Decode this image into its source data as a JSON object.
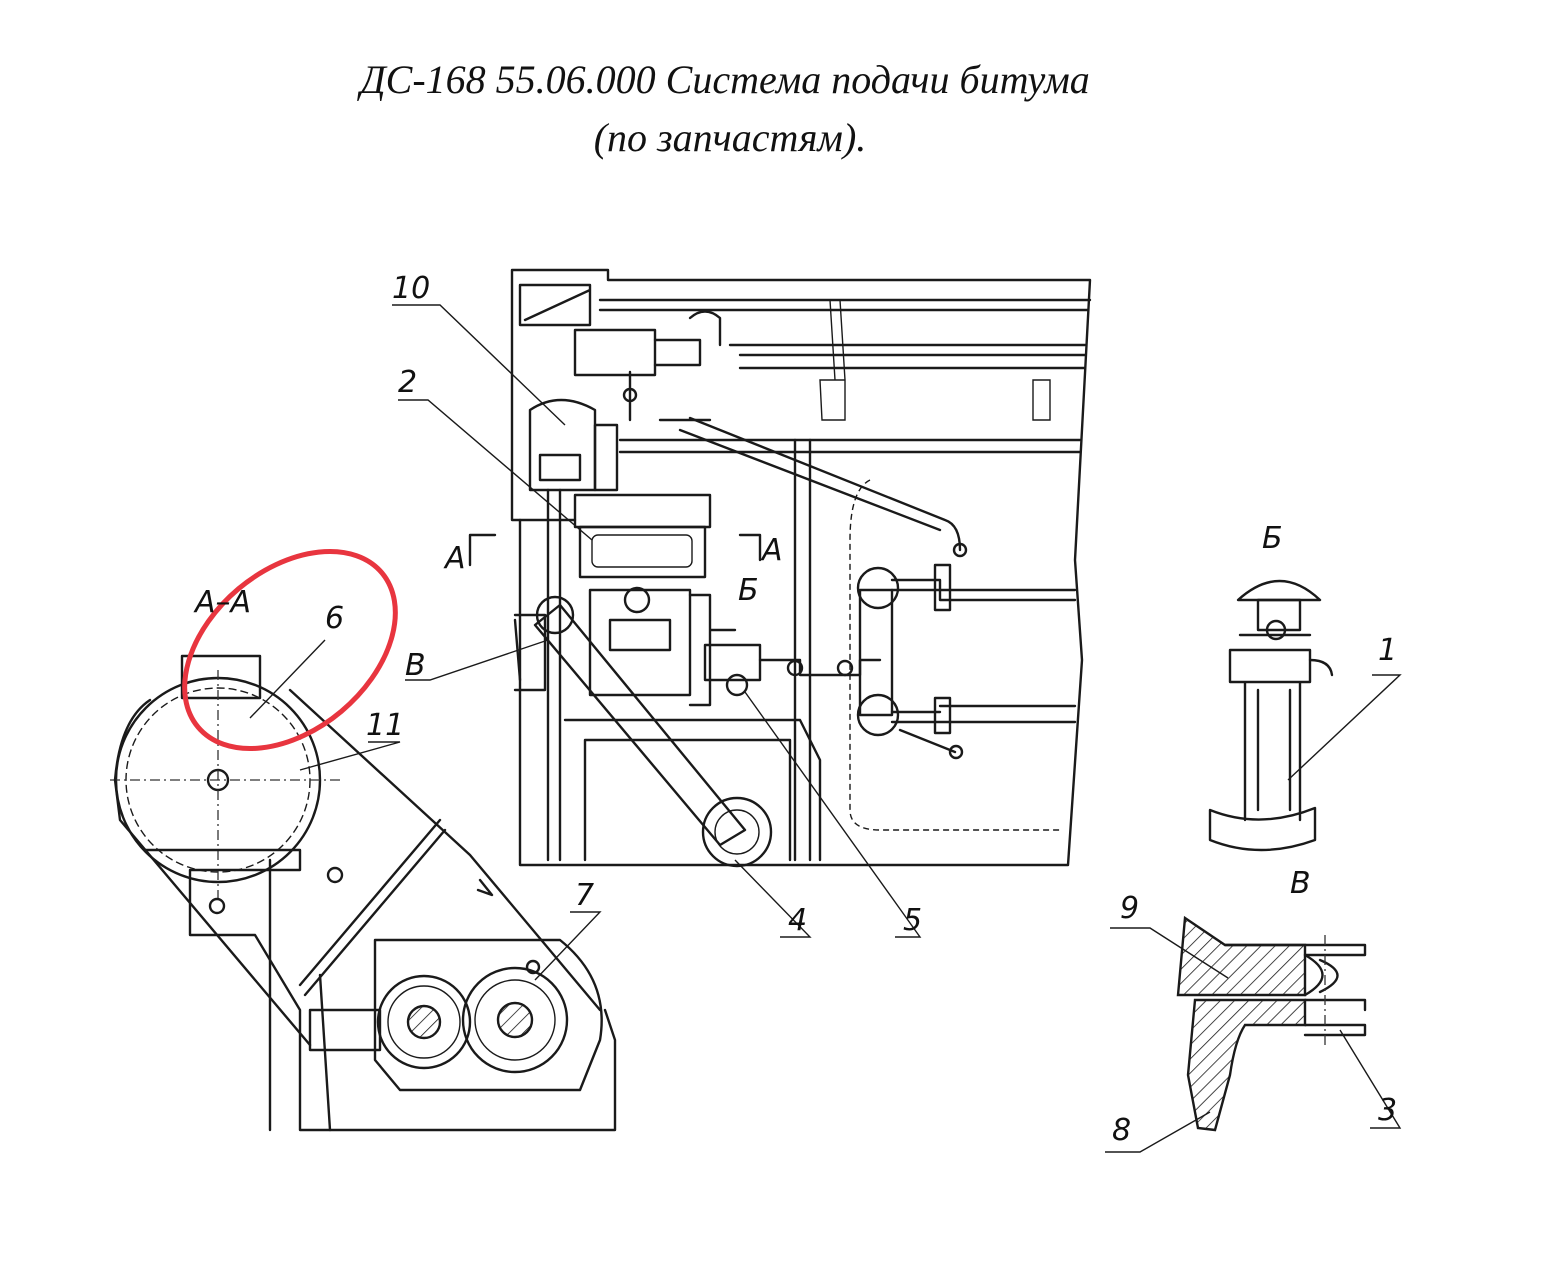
{
  "title": {
    "line1": "ДС-168 55.06.000 Система подачи битума",
    "line2": "(по запчастям)."
  },
  "callouts": [
    "1",
    "2",
    "3",
    "4",
    "5",
    "6",
    "7",
    "8",
    "9",
    "10",
    "11"
  ],
  "section_labels": {
    "section_aa": "А–А",
    "view_b": "Б",
    "view_v": "В",
    "cut_a": "А",
    "arrow_b": "Б",
    "pointer_v": "В"
  },
  "highlight": {
    "color": "#e8353f",
    "target": "6"
  }
}
